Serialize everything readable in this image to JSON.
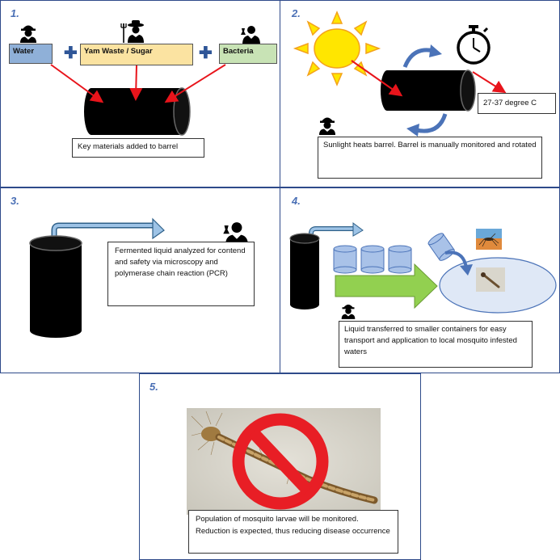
{
  "panel1": {
    "number": "1.",
    "water_label": "Water",
    "yam_label": "Yam Waste / Sugar",
    "bacteria_label": "Bacteria",
    "caption": "Key materials added to barrel"
  },
  "panel2": {
    "number": "2.",
    "temp_label": "27-37 degree C",
    "caption": "Sunlight heats barrel. Barrel is manually monitored and rotated"
  },
  "panel3": {
    "number": "3.",
    "caption": "Fermented liquid analyzed for contend and safety via microscopy and polymerase chain reaction (PCR)"
  },
  "panel4": {
    "number": "4.",
    "caption": "Liquid transferred to smaller containers for easy transport and application to local mosquito infested waters"
  },
  "panel5": {
    "number": "5.",
    "caption": "Population of mosquito larvae will be monitored. Reduction is expected, thus reducing disease occurrence"
  },
  "colors": {
    "panel_border": "#2e4a8a",
    "number": "#4a6fb5",
    "water_box": "#8fb0d8",
    "yam_box": "#fbe3a1",
    "bacteria_box": "#c8e3b5",
    "arrow_red": "#e8141b",
    "sun": "#ffe600",
    "sun_ray": "#f4a21c",
    "green_arrow": "#92d050",
    "container_blue": "#a9c2e8",
    "ellipse": "#dfe8f6",
    "no_sign": "#e81e25"
  },
  "icons": [
    "worker-icon",
    "farmer-icon",
    "scientist-icon",
    "sun-icon",
    "stopwatch-icon",
    "rotate-arrow-icon",
    "barrel-icon",
    "mosquito-photo",
    "larva-photo",
    "no-sign-icon"
  ]
}
